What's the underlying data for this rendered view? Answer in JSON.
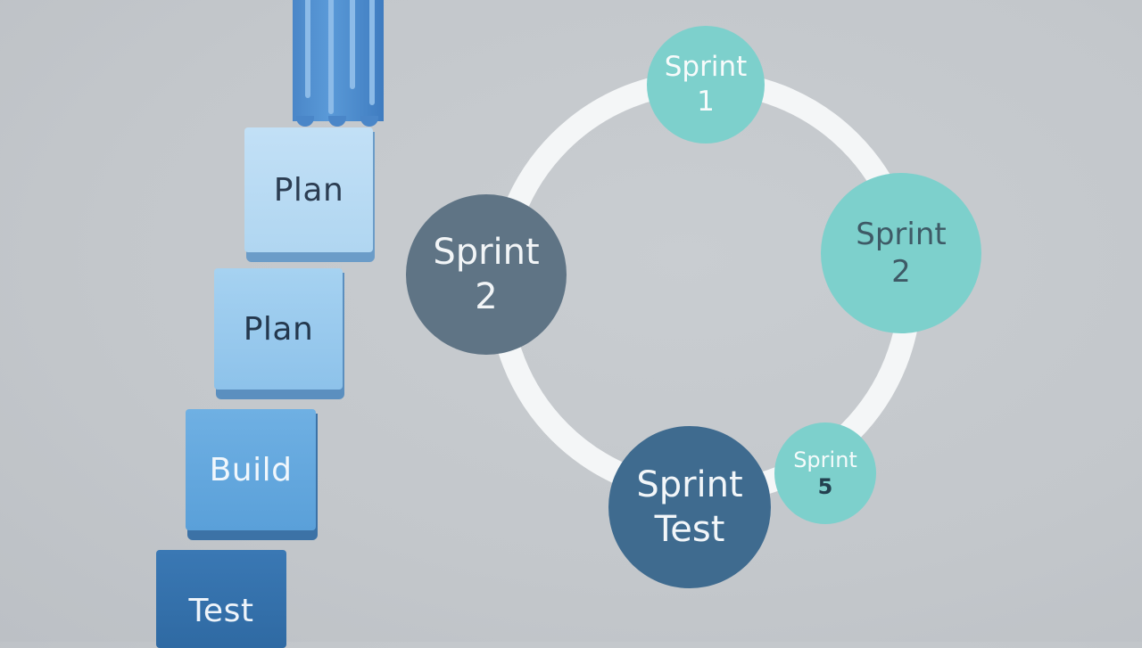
{
  "waterfall": {
    "blocks": [
      {
        "label": "Plan"
      },
      {
        "label": "Plan"
      },
      {
        "label": "Build"
      },
      {
        "label": "Test"
      }
    ]
  },
  "agile_cycle": {
    "nodes": [
      {
        "line1": "Sprint",
        "line2": "1"
      },
      {
        "line1": "Sprint",
        "line2": "2"
      },
      {
        "line1": "Sprint",
        "line2": "2"
      },
      {
        "line1": "Sprint",
        "line2": "Test"
      },
      {
        "line1": "Sprint",
        "line2": "5"
      }
    ]
  },
  "colors": {
    "background": "#c3c7cb",
    "ring": "#f4f6f7",
    "block_light": "#b4d8f2",
    "block_mid": "#98c8ec",
    "block_blue": "#5fa3dc",
    "block_dark": "#336ea8",
    "teal": "#7ccfcb",
    "slate": "#5f7485",
    "steel": "#3f6b8f"
  }
}
